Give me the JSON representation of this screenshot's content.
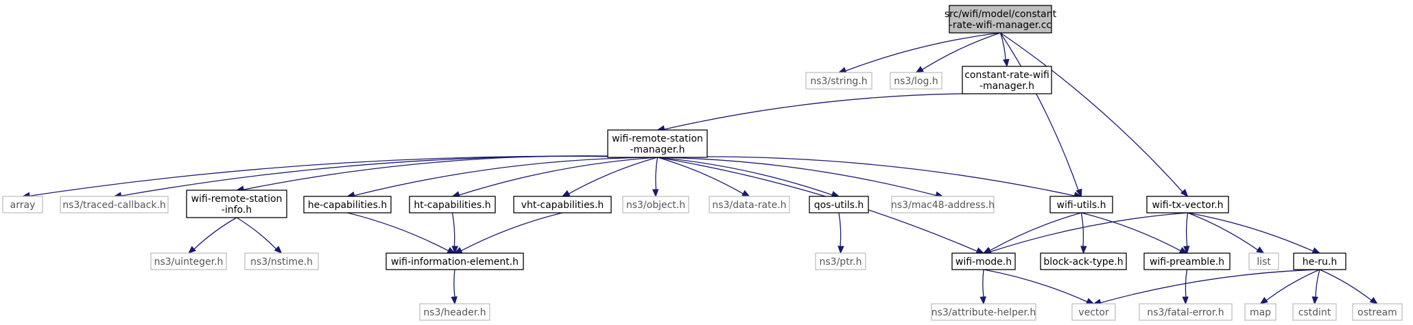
{
  "graph": {
    "nodes": [
      {
        "id": "root",
        "lines": [
          "src/wifi/model/constant",
          "-rate-wifi-manager.cc"
        ],
        "kind": "root"
      },
      {
        "id": "ns3_string",
        "lines": [
          "ns3/string.h"
        ],
        "kind": "ext"
      },
      {
        "id": "ns3_log",
        "lines": [
          "ns3/log.h"
        ],
        "kind": "ext"
      },
      {
        "id": "crwm_h",
        "lines": [
          "constant-rate-wifi",
          "-manager.h"
        ],
        "kind": "file"
      },
      {
        "id": "wrsm_h",
        "lines": [
          "wifi-remote-station",
          "-manager.h"
        ],
        "kind": "file"
      },
      {
        "id": "array",
        "lines": [
          "array"
        ],
        "kind": "ext"
      },
      {
        "id": "traced_cb",
        "lines": [
          "ns3/traced-callback.h"
        ],
        "kind": "ext"
      },
      {
        "id": "wrsi_h",
        "lines": [
          "wifi-remote-station",
          "-info.h"
        ],
        "kind": "file"
      },
      {
        "id": "he_cap",
        "lines": [
          "he-capabilities.h"
        ],
        "kind": "file"
      },
      {
        "id": "ht_cap",
        "lines": [
          "ht-capabilities.h"
        ],
        "kind": "file"
      },
      {
        "id": "vht_cap",
        "lines": [
          "vht-capabilities.h"
        ],
        "kind": "file"
      },
      {
        "id": "ns3_object",
        "lines": [
          "ns3/object.h"
        ],
        "kind": "ext"
      },
      {
        "id": "ns3_data_rate",
        "lines": [
          "ns3/data-rate.h"
        ],
        "kind": "ext"
      },
      {
        "id": "qos_utils",
        "lines": [
          "qos-utils.h"
        ],
        "kind": "file"
      },
      {
        "id": "ns3_mac48",
        "lines": [
          "ns3/mac48-address.h"
        ],
        "kind": "ext"
      },
      {
        "id": "wifi_utils",
        "lines": [
          "wifi-utils.h"
        ],
        "kind": "file"
      },
      {
        "id": "wifi_tx_vector",
        "lines": [
          "wifi-tx-vector.h"
        ],
        "kind": "file"
      },
      {
        "id": "ns3_uinteger",
        "lines": [
          "ns3/uinteger.h"
        ],
        "kind": "ext"
      },
      {
        "id": "ns3_nstime",
        "lines": [
          "ns3/nstime.h"
        ],
        "kind": "ext"
      },
      {
        "id": "wie_h",
        "lines": [
          "wifi-information-element.h"
        ],
        "kind": "file"
      },
      {
        "id": "ns3_ptr",
        "lines": [
          "ns3/ptr.h"
        ],
        "kind": "ext"
      },
      {
        "id": "wifi_mode",
        "lines": [
          "wifi-mode.h"
        ],
        "kind": "file"
      },
      {
        "id": "block_ack",
        "lines": [
          "block-ack-type.h"
        ],
        "kind": "file"
      },
      {
        "id": "wifi_preamble",
        "lines": [
          "wifi-preamble.h"
        ],
        "kind": "file"
      },
      {
        "id": "list",
        "lines": [
          "list"
        ],
        "kind": "ext"
      },
      {
        "id": "he_ru",
        "lines": [
          "he-ru.h"
        ],
        "kind": "file"
      },
      {
        "id": "ns3_header",
        "lines": [
          "ns3/header.h"
        ],
        "kind": "ext"
      },
      {
        "id": "ns3_attr_helper",
        "lines": [
          "ns3/attribute-helper.h"
        ],
        "kind": "ext"
      },
      {
        "id": "vector",
        "lines": [
          "vector"
        ],
        "kind": "ext"
      },
      {
        "id": "ns3_fatal",
        "lines": [
          "ns3/fatal-error.h"
        ],
        "kind": "ext"
      },
      {
        "id": "map",
        "lines": [
          "map"
        ],
        "kind": "ext"
      },
      {
        "id": "cstdint",
        "lines": [
          "cstdint"
        ],
        "kind": "ext"
      },
      {
        "id": "ostream",
        "lines": [
          "ostream"
        ],
        "kind": "ext"
      }
    ],
    "edges": [
      [
        "root",
        "ns3_string"
      ],
      [
        "root",
        "ns3_log"
      ],
      [
        "root",
        "crwm_h"
      ],
      [
        "root",
        "wifi_utils"
      ],
      [
        "root",
        "wifi_tx_vector"
      ],
      [
        "crwm_h",
        "wrsm_h"
      ],
      [
        "wrsm_h",
        "array"
      ],
      [
        "wrsm_h",
        "traced_cb"
      ],
      [
        "wrsm_h",
        "wrsi_h"
      ],
      [
        "wrsm_h",
        "he_cap"
      ],
      [
        "wrsm_h",
        "ht_cap"
      ],
      [
        "wrsm_h",
        "vht_cap"
      ],
      [
        "wrsm_h",
        "ns3_object"
      ],
      [
        "wrsm_h",
        "ns3_data_rate"
      ],
      [
        "wrsm_h",
        "qos_utils"
      ],
      [
        "wrsm_h",
        "ns3_mac48"
      ],
      [
        "wrsm_h",
        "wifi_utils"
      ],
      [
        "wrsm_h",
        "wifi_mode"
      ],
      [
        "wrsi_h",
        "ns3_uinteger"
      ],
      [
        "wrsi_h",
        "ns3_nstime"
      ],
      [
        "he_cap",
        "wie_h"
      ],
      [
        "ht_cap",
        "wie_h"
      ],
      [
        "vht_cap",
        "wie_h"
      ],
      [
        "qos_utils",
        "ns3_ptr"
      ],
      [
        "wifi_utils",
        "wifi_mode"
      ],
      [
        "wifi_utils",
        "block_ack"
      ],
      [
        "wifi_utils",
        "wifi_preamble"
      ],
      [
        "wifi_tx_vector",
        "wifi_mode"
      ],
      [
        "wifi_tx_vector",
        "wifi_preamble"
      ],
      [
        "wifi_tx_vector",
        "list"
      ],
      [
        "wifi_tx_vector",
        "he_ru"
      ],
      [
        "wie_h",
        "ns3_header"
      ],
      [
        "wifi_mode",
        "ns3_attr_helper"
      ],
      [
        "wifi_mode",
        "vector"
      ],
      [
        "wifi_preamble",
        "ns3_fatal"
      ],
      [
        "he_ru",
        "vector"
      ],
      [
        "he_ru",
        "map"
      ],
      [
        "he_ru",
        "cstdint"
      ],
      [
        "he_ru",
        "ostream"
      ]
    ]
  }
}
